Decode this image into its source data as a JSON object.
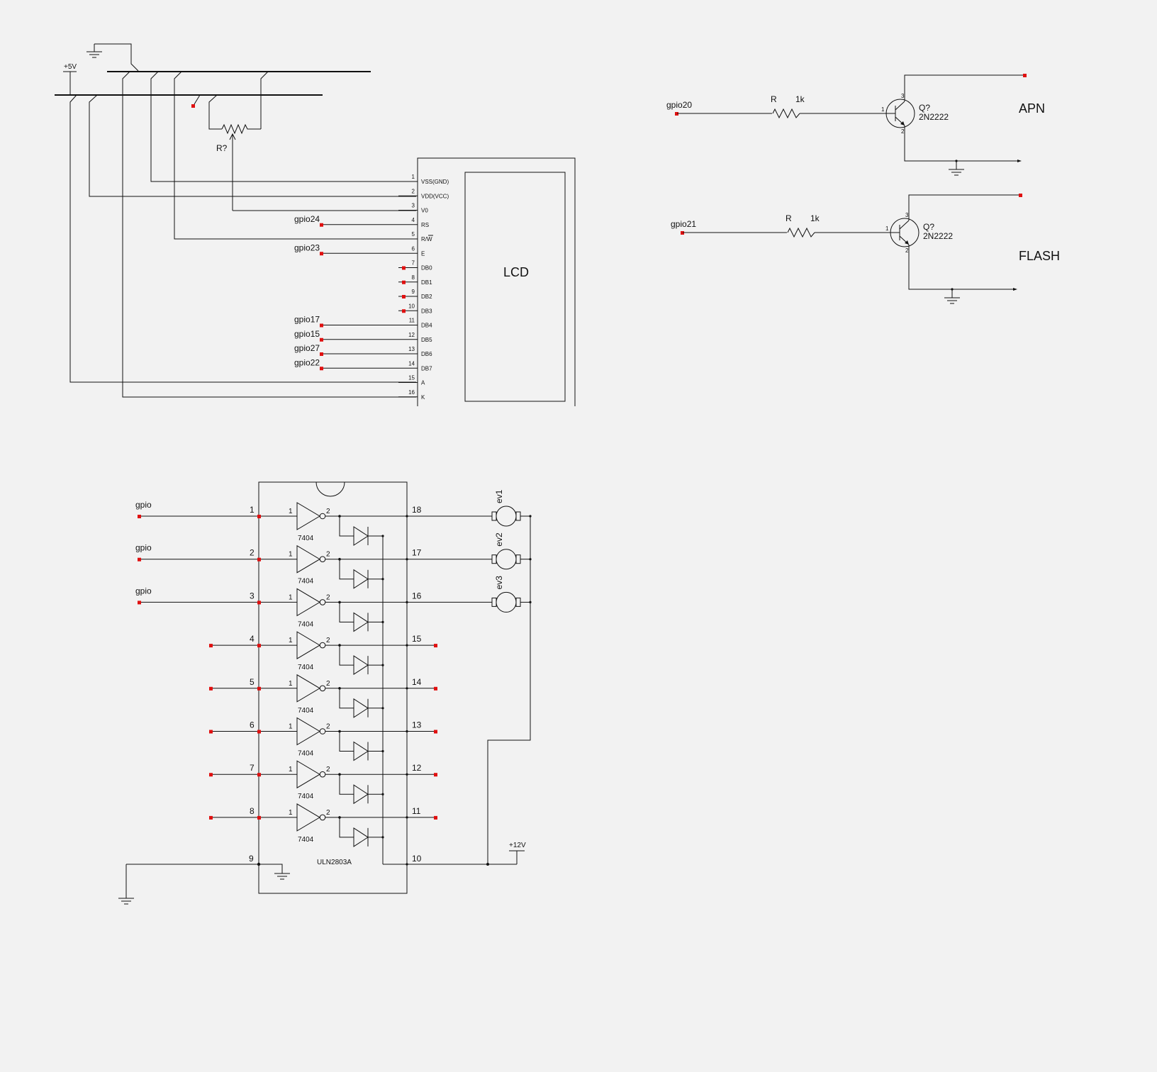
{
  "supply": {
    "plus5v": "+5V",
    "plus12v": "+12V"
  },
  "potentiometer": {
    "ref": "R?"
  },
  "lcd": {
    "label": "LCD",
    "pins": [
      {
        "num": "1",
        "name": "VSS(GND)"
      },
      {
        "num": "2",
        "name": "VDD(VCC)"
      },
      {
        "num": "3",
        "name": "V0"
      },
      {
        "num": "4",
        "name": "RS"
      },
      {
        "num": "5",
        "name": "R/W"
      },
      {
        "num": "6",
        "name": "E"
      },
      {
        "num": "7",
        "name": "DB0"
      },
      {
        "num": "8",
        "name": "DB1"
      },
      {
        "num": "9",
        "name": "DB2"
      },
      {
        "num": "10",
        "name": "DB3"
      },
      {
        "num": "11",
        "name": "DB4"
      },
      {
        "num": "12",
        "name": "DB5"
      },
      {
        "num": "13",
        "name": "DB6"
      },
      {
        "num": "14",
        "name": "DB7"
      },
      {
        "num": "15",
        "name": "A"
      },
      {
        "num": "16",
        "name": "K"
      }
    ],
    "nets": {
      "rs": "gpio24",
      "e": "gpio23",
      "db4": "gpio17",
      "db5": "gpio15",
      "db6": "gpio27",
      "db7": "gpio22"
    }
  },
  "transistors": [
    {
      "input": "gpio20",
      "res_ref": "R",
      "res_value": "1k",
      "ref": "Q?",
      "part": "2N2222",
      "function": "APN",
      "pin_b": "1",
      "pin_c": "3",
      "pin_e": "2"
    },
    {
      "input": "gpio21",
      "res_ref": "R",
      "res_value": "1k",
      "ref": "Q?",
      "part": "2N2222",
      "function": "FLASH",
      "pin_b": "1",
      "pin_c": "3",
      "pin_e": "2"
    }
  ],
  "driver": {
    "part": "ULN2803A",
    "gate": "7404",
    "gate_in_pin": "1",
    "gate_out_pin": "2",
    "channels": [
      {
        "in": "1",
        "out": "18",
        "net": "gpio",
        "load": "ev1"
      },
      {
        "in": "2",
        "out": "17",
        "net": "gpio",
        "load": "ev2"
      },
      {
        "in": "3",
        "out": "16",
        "net": "gpio",
        "load": "ev3"
      },
      {
        "in": "4",
        "out": "15",
        "net": "",
        "load": ""
      },
      {
        "in": "5",
        "out": "14",
        "net": "",
        "load": ""
      },
      {
        "in": "6",
        "out": "13",
        "net": "",
        "load": ""
      },
      {
        "in": "7",
        "out": "12",
        "net": "",
        "load": ""
      },
      {
        "in": "8",
        "out": "11",
        "net": "",
        "load": ""
      }
    ],
    "gnd_pin": "9",
    "com_pin": "10"
  }
}
